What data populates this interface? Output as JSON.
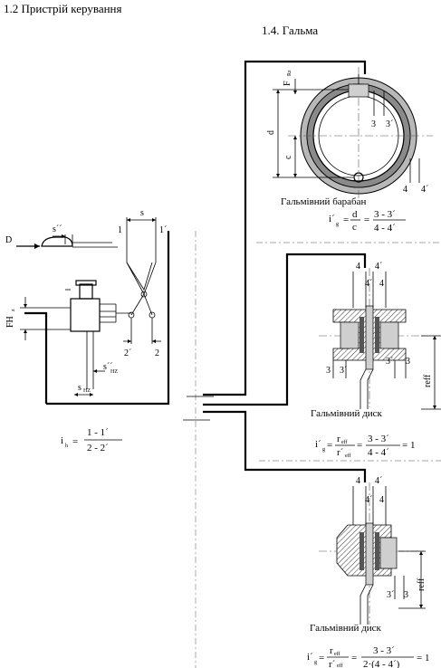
{
  "header": {
    "section_title": "1.2 Пристрій керування",
    "brake_title": "1.4. Гальма"
  },
  "drum": {
    "caption": "Гальмівний барабан",
    "labels": {
      "force_f": "F",
      "force_sub": "Rz",
      "d": "d",
      "c": "c",
      "three": "3",
      "three_p": "3´",
      "four": "4",
      "four_p": "4´"
    },
    "formula": {
      "lhs": "i´",
      "lhs_sub": "g",
      "eq1": "=",
      "frac1_num": "d",
      "frac1_den": "c",
      "eq2": "=",
      "frac2_num": "3 - 3´",
      "frac2_den": "4 - 4´"
    }
  },
  "disc1": {
    "caption": "Гальмівний диск",
    "labels": {
      "four": "4",
      "four_p": "4´",
      "four_p_mid": "4´",
      "four_mid": "4",
      "three_l": "3",
      "three_p_l": "3´",
      "three_p_r": "3´",
      "three_r": "3",
      "reff": "reff"
    },
    "formula": {
      "lhs": "i´",
      "lhs_sub": "g",
      "eq1": "=",
      "frac1_num": "r",
      "frac1_num_sub": "eff",
      "frac1_den": "r´",
      "frac1_den_sub": "eff",
      "eq2": "=",
      "frac2_num": "3 - 3´",
      "frac2_den": "4 - 4´",
      "eq3": "= 1"
    }
  },
  "disc2": {
    "caption": "Гальмівний диск",
    "labels": {
      "four": "4",
      "four_p": "4´",
      "four_p_mid": "4´",
      "four_mid": "4",
      "three_p": "3´",
      "three": "3",
      "reff": "reff"
    },
    "formula": {
      "lhs": "i´",
      "lhs_sub": "g",
      "eq1": "=",
      "frac1_num": "r",
      "frac1_num_sub": "eff",
      "frac1_den": "r´",
      "frac1_den_sub": "eff",
      "eq2": "=",
      "frac2_num": "3 - 3´",
      "frac2_den": "2·(4 - 4´)",
      "eq3": "= 1"
    }
  },
  "pedal": {
    "labels": {
      "d_force": "D",
      "s_dbl": "s´´",
      "s": "s",
      "one": "1",
      "one_p": "1´",
      "fh": "FH",
      "fh_sub": "z",
      "two_p": "2´",
      "two": "2",
      "s_hz_dbl": "s´´",
      "s_hz_dbl_sub": "HZ",
      "s_hz": "s",
      "s_hz_sub": "HZ"
    },
    "formula": {
      "lhs": "i",
      "lhs_sub": "h",
      "eq": "=",
      "num": "1 - 1´",
      "den": "2 - 2´"
    }
  }
}
